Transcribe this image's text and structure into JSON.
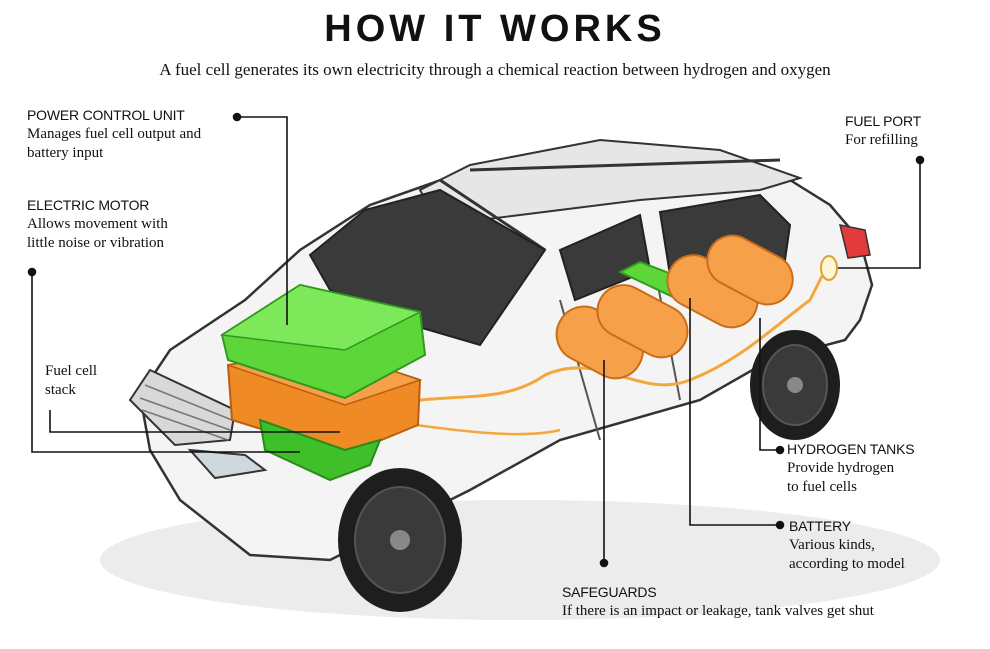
{
  "header": {
    "title": "HOW IT WORKS",
    "subtitle": "A fuel cell generates its own electricity through a chemical reaction between hydrogen and oxygen"
  },
  "components": {
    "power_control_unit": {
      "name": "POWER CONTROL UNIT",
      "line1": "Manages fuel cell output and",
      "line2": "battery input"
    },
    "electric_motor": {
      "name": "ELECTRIC MOTOR",
      "line1": "Allows movement with",
      "line2": "little noise or vibration"
    },
    "fuel_cell_stack": {
      "line1": "Fuel cell",
      "line2": "stack"
    },
    "fuel_port": {
      "name": "FUEL PORT",
      "line1": "For refilling"
    },
    "hydrogen_tanks": {
      "name": "HYDROGEN TANKS",
      "line1": "Provide hydrogen",
      "line2": "to fuel cells"
    },
    "battery": {
      "name": "BATTERY",
      "line1": "Various kinds,",
      "line2": "according to model"
    },
    "safeguards": {
      "name": "SAFEGUARDS",
      "line1": "If there is an impact or leakage, tank valves get shut"
    }
  },
  "colors": {
    "car_body": "#f4f4f4",
    "car_outline": "#333333",
    "glass": "#3a3a3a",
    "power_control_green": "#5dd63a",
    "fuel_cell_orange": "#f08a24",
    "tank_orange": "#f6a04a",
    "pipe_yellow": "#f2a83c",
    "wheel": "#1e1e1e",
    "leader_line": "#111111"
  }
}
